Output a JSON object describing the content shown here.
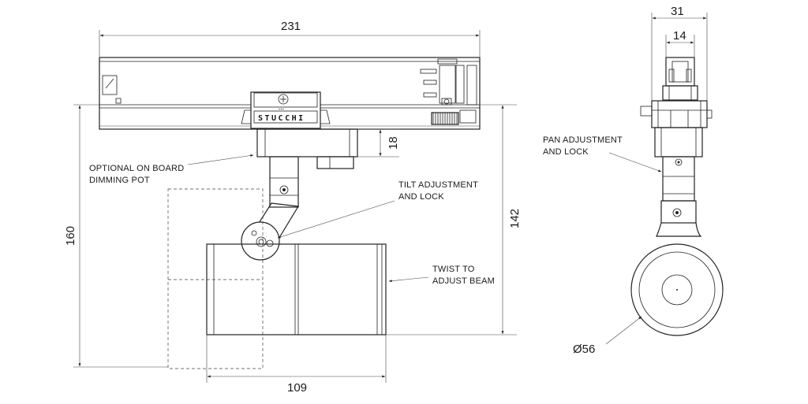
{
  "dimensions": {
    "track_length": "231",
    "adapter_height": "18",
    "total_height": "160",
    "body_height": "142",
    "body_length": "109",
    "end_width": "31",
    "end_inner_width": "14",
    "lens_diameter": "Ø56"
  },
  "labels": {
    "dimming_pot": [
      "OPTIONAL ON BOARD",
      "DIMMING POT"
    ],
    "tilt": [
      "TILT ADJUSTMENT",
      "AND LOCK"
    ],
    "twist": [
      "TWIST TO",
      "ADJUST BEAM"
    ],
    "pan": [
      "PAN ADJUSTMENT",
      "AND LOCK"
    ]
  },
  "brand": "STUCCHI"
}
